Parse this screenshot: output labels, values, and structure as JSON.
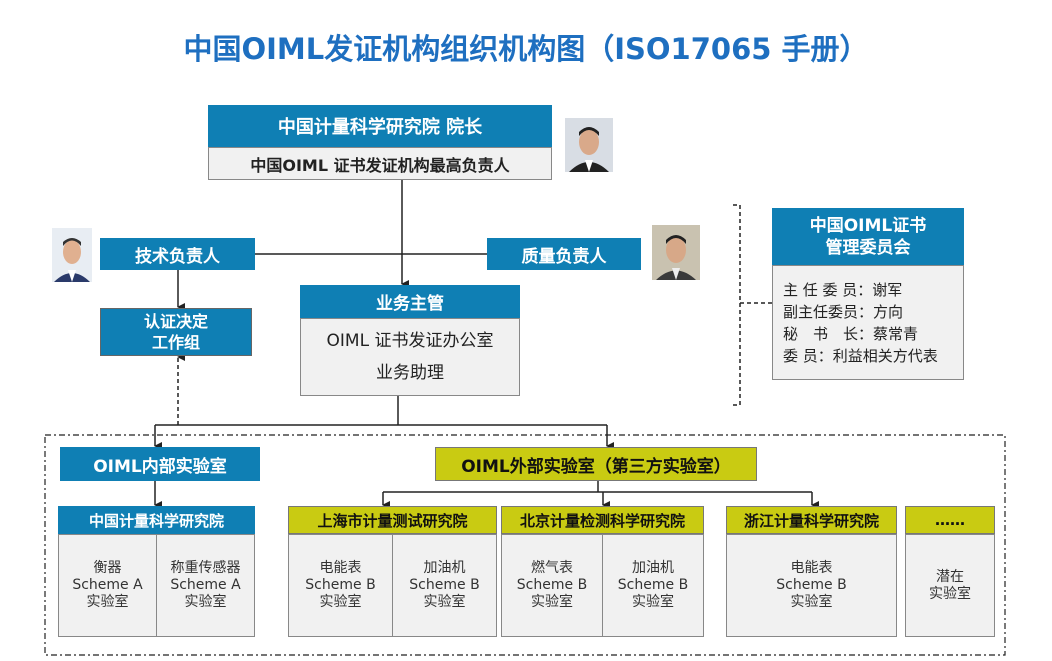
{
  "title": "中国OIML发证机构组织机构图（ISO17065 手册）",
  "top": {
    "header": "中国计量科学研究院 院长",
    "body": "中国OIML 证书发证机构最高负责人"
  },
  "tech_lead": "技术负责人",
  "quality_lead": "质量负责人",
  "business": {
    "header": "业务主管",
    "line1": "OIML 证书发证办公室",
    "line2": "业务助理"
  },
  "decision_group": {
    "line1": "认证决定",
    "line2": "工作组"
  },
  "committee": {
    "header1": "中国OIML证书",
    "header2": "管理委员会",
    "members": [
      "主 任 委 员：谢军",
      "副主任委员：方向",
      "秘　书　长：蔡常青",
      "委 员：利益相关方代表"
    ]
  },
  "internal_lab": "OIML内部实验室",
  "external_lab": "OIML外部实验室（第三方实验室）",
  "labs": [
    {
      "name": "中国计量科学研究院",
      "cells": [
        [
          "衡器",
          "Scheme A",
          "实验室"
        ],
        [
          "称重传感器",
          "Scheme A",
          "实验室"
        ]
      ]
    },
    {
      "name": "上海市计量测试研究院",
      "cells": [
        [
          "电能表",
          "Scheme B",
          "实验室"
        ],
        [
          "加油机",
          "Scheme B",
          "实验室"
        ]
      ]
    },
    {
      "name": "北京计量检测科学研究院",
      "cells": [
        [
          "燃气表",
          "Scheme B",
          "实验室"
        ],
        [
          "加油机",
          "Scheme B",
          "实验室"
        ]
      ]
    },
    {
      "name": "浙江计量科学研究院",
      "cells": [
        [
          "电能表",
          "Scheme B",
          "实验室"
        ]
      ]
    },
    {
      "name": "……",
      "cells": [
        [
          "潜在",
          "实验室"
        ]
      ]
    }
  ]
}
